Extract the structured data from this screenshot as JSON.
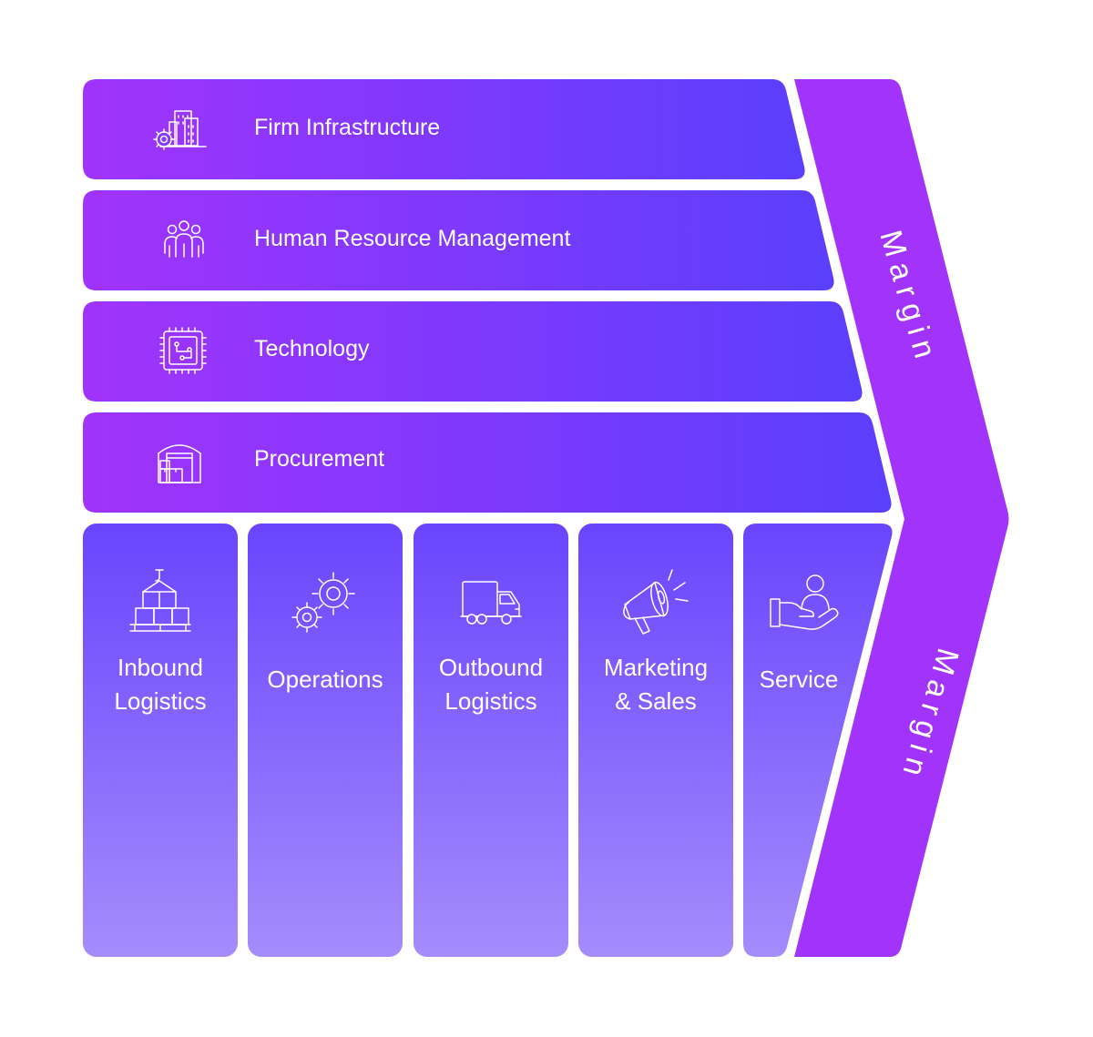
{
  "diagram": {
    "support_activities": [
      {
        "label": "Firm Infrastructure",
        "icon": "buildings-gear-icon"
      },
      {
        "label": "Human Resource Management",
        "icon": "people-group-icon"
      },
      {
        "label": "Technology",
        "icon": "microchip-icon"
      },
      {
        "label": "Procurement",
        "icon": "warehouse-icon"
      }
    ],
    "primary_activities": [
      {
        "line1": "Inbound",
        "line2": "Logistics",
        "icon": "pallet-boxes-crane-icon"
      },
      {
        "line1": "Operations",
        "line2": "",
        "icon": "gears-icon"
      },
      {
        "line1": "Outbound",
        "line2": "Logistics",
        "icon": "delivery-truck-icon"
      },
      {
        "line1": "Marketing",
        "line2": "& Sales",
        "icon": "megaphone-icon"
      },
      {
        "line1": "Service",
        "line2": "",
        "icon": "hand-person-icon"
      }
    ],
    "margin_upper": "Margin",
    "margin_lower": "Margin",
    "colors": {
      "purple": "#a133fb",
      "indigo": "#5b3ffd",
      "column_top": "#6a44fd",
      "column_bottom": "#a58cfc"
    }
  }
}
